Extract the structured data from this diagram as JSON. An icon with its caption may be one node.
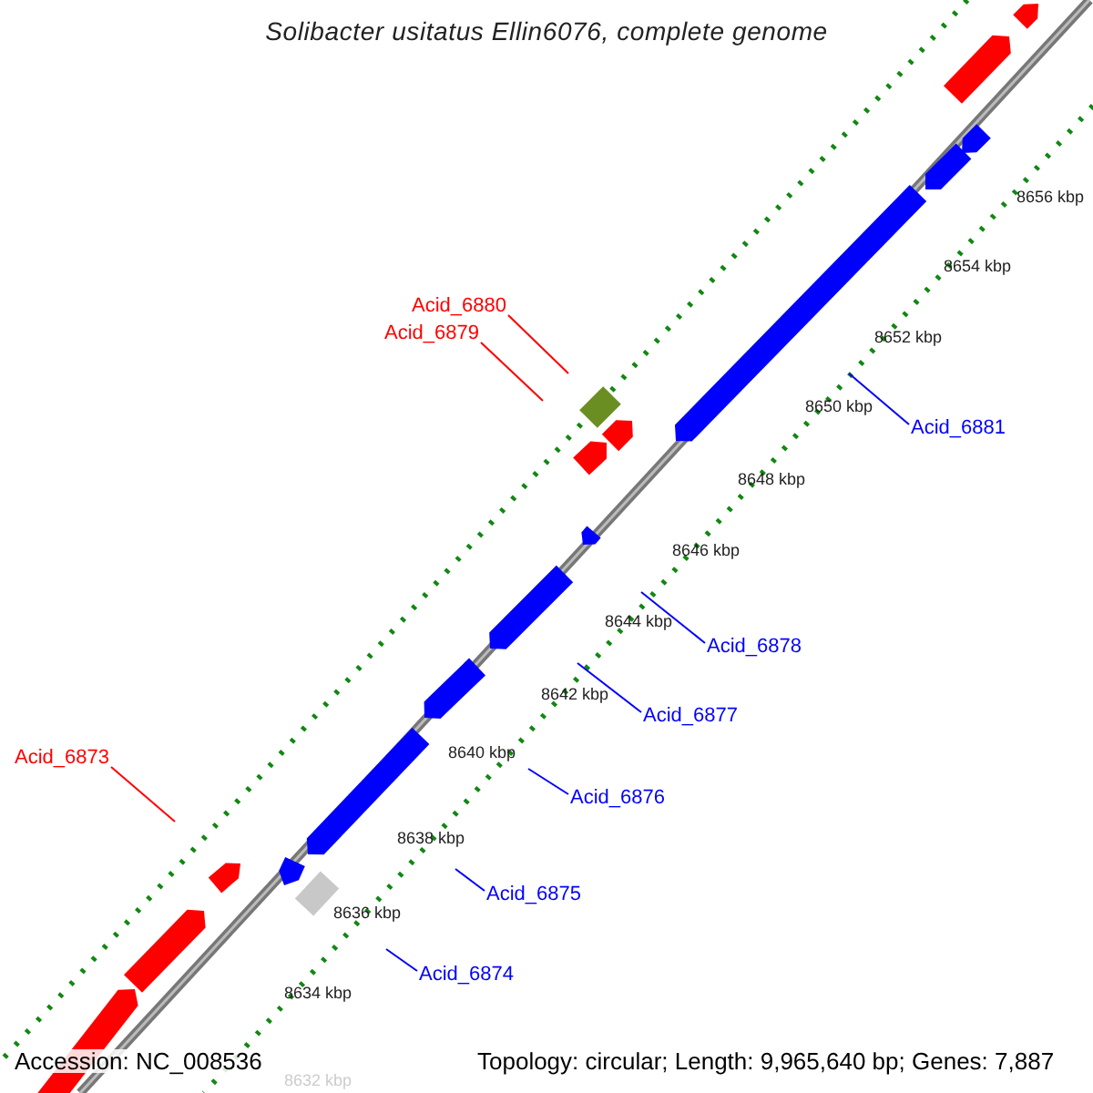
{
  "diagram": {
    "title": "Solibacter usitatus Ellin6076, complete genome",
    "nodes": [
      {
        "text": [
          "Acid_6880"
        ]
      },
      {
        "text": [
          "Acid_6879"
        ]
      },
      {
        "text": [
          "Acid_6881"
        ]
      },
      {
        "text": [
          "Acid_6878"
        ]
      },
      {
        "text": [
          "Acid_6877"
        ]
      },
      {
        "text": [
          "Acid_6873"
        ]
      },
      {
        "text": [
          "Acid_6876"
        ]
      },
      {
        "text": [
          "Acid_6875"
        ]
      },
      {
        "text": [
          "Acid_6874"
        ]
      }
    ],
    "edges": [
      {
        "from": 0,
        "to": null,
        "arrow": "none",
        "color": "#ff0000"
      },
      {
        "from": 1,
        "to": null,
        "arrow": "none",
        "color": "#ff0000"
      },
      {
        "from": 2,
        "to": null,
        "arrow": "none"
      },
      {
        "from": 3,
        "to": null,
        "arrow": "none"
      },
      {
        "from": 4,
        "to": null,
        "arrow": "none"
      },
      {
        "from": 5,
        "to": null,
        "arrow": "none",
        "color": "#ff0000"
      },
      {
        "from": 6,
        "to": null,
        "arrow": "none"
      },
      {
        "from": 7,
        "to": null,
        "arrow": "none"
      },
      {
        "from": 8,
        "to": null,
        "arrow": "none"
      }
    ],
    "labels": [
      "8656 kbp",
      "8654 kbp",
      "8652 kbp",
      "8650 kbp",
      "8648 kbp",
      "8646 kbp",
      "8644 kbp",
      "8642 kbp",
      "8640 kbp",
      "8638 kbp",
      "8636 kbp",
      "8634 kbp",
      "Accession: NC_008536",
      "Topology: circular; Length: 9,965,640 bp; Genes: 7,887",
      "8632 kbp"
    ]
  }
}
